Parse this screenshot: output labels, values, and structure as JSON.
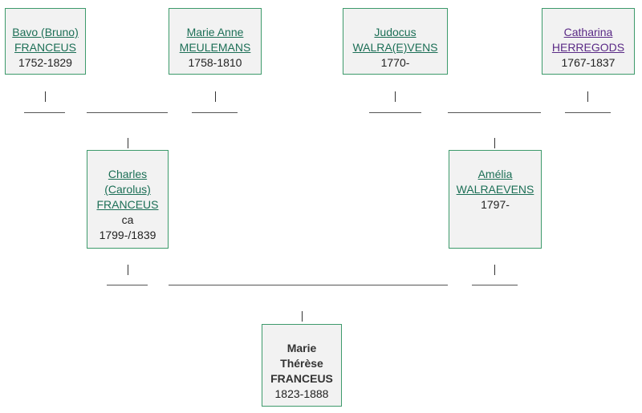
{
  "persons": {
    "bavo": {
      "given": "Bavo (Bruno)",
      "surname": "FRANCEUS",
      "dates": "1752-1829"
    },
    "marie_anne": {
      "given": "Marie Anne",
      "surname": "MEULEMANS",
      "dates": "1758-1810"
    },
    "judocus": {
      "given": "Judocus",
      "surname": "WALRA(E)VENS",
      "dates": "1770-"
    },
    "catharina": {
      "given": "Catharina",
      "surname": "HERREGODS",
      "dates": "1767-1837"
    },
    "charles": {
      "given1": "Charles",
      "given2": "(Carolus)",
      "surname": "FRANCEUS",
      "dates1": "ca",
      "dates2": "1799-/1839"
    },
    "amelia": {
      "given": "Amélia",
      "surname": "WALRAEVENS",
      "dates": "1797-"
    },
    "marie_therese": {
      "given1": "Marie",
      "given2": "Thérèse",
      "surname": "FRANCEUS",
      "dates": "1823-1888"
    }
  },
  "colors": {
    "box_border": "#3d9a6b",
    "box_fill": "#f2f2f2",
    "link": "#1c6f56",
    "visited_link": "#5a2a86"
  }
}
